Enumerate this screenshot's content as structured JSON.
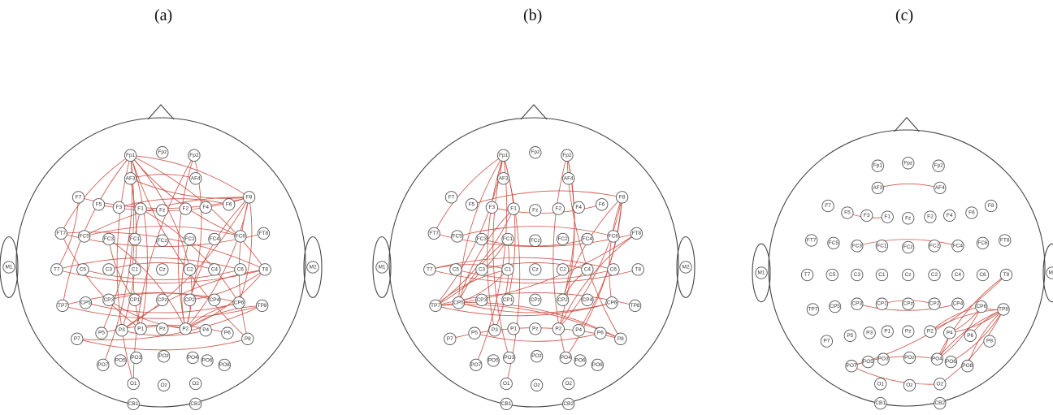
{
  "panels": [
    {
      "label": "(a)",
      "connections": [
        [
          "Fp1",
          "F8"
        ],
        [
          "Fp1",
          "FC6"
        ],
        [
          "Fp1",
          "T8"
        ],
        [
          "Fp1",
          "TP7"
        ],
        [
          "Fp1",
          "P1"
        ],
        [
          "Fp1",
          "P8"
        ],
        [
          "Fp1",
          "PO7"
        ],
        [
          "Fp1",
          "O1"
        ],
        [
          "Fp1",
          "C2"
        ],
        [
          "Fp1",
          "FT7"
        ],
        [
          "Fp1",
          "P5"
        ],
        [
          "Fp2",
          "P2"
        ],
        [
          "Fp2",
          "CP2"
        ],
        [
          "Fp2",
          "O1"
        ],
        [
          "AF3",
          "AF4"
        ],
        [
          "AF3",
          "F8"
        ],
        [
          "AF3",
          "P3"
        ],
        [
          "F7",
          "F8"
        ],
        [
          "F7",
          "T7"
        ],
        [
          "F5",
          "F8"
        ],
        [
          "F3",
          "F6"
        ],
        [
          "F1",
          "P1"
        ],
        [
          "F1",
          "CP6"
        ],
        [
          "F8",
          "FC5"
        ],
        [
          "F8",
          "P2"
        ],
        [
          "F8",
          "CP2"
        ],
        [
          "F8",
          "CP6"
        ],
        [
          "F8",
          "P8"
        ],
        [
          "F8",
          "P3"
        ],
        [
          "FT7",
          "FT8"
        ],
        [
          "FT7",
          "T8"
        ],
        [
          "FT7",
          "P1"
        ],
        [
          "FC5",
          "FC6"
        ],
        [
          "FC3",
          "CP1"
        ],
        [
          "FC3",
          "P2"
        ],
        [
          "T7",
          "T8"
        ],
        [
          "T7",
          "C6"
        ],
        [
          "C5",
          "C6"
        ],
        [
          "C3",
          "C4"
        ],
        [
          "TP7",
          "TP8"
        ],
        [
          "TP7",
          "CP6"
        ],
        [
          "CP5",
          "CP6"
        ],
        [
          "CP3",
          "CP4"
        ],
        [
          "CP3",
          "P2"
        ],
        [
          "T8",
          "P2"
        ],
        [
          "T8",
          "P3"
        ],
        [
          "T8",
          "CP2"
        ],
        [
          "TP8",
          "P2"
        ],
        [
          "TP8",
          "P7"
        ],
        [
          "CP6",
          "P2"
        ],
        [
          "P1",
          "P2"
        ],
        [
          "P3",
          "P4"
        ],
        [
          "P5",
          "P6"
        ],
        [
          "P7",
          "P8"
        ],
        [
          "C2",
          "P2"
        ],
        [
          "FC2",
          "P2"
        ],
        [
          "CP2",
          "P2"
        ]
      ]
    },
    {
      "label": "(b)",
      "connections": [
        [
          "Fp1",
          "TP7"
        ],
        [
          "Fp1",
          "FT7"
        ],
        [
          "Fp1",
          "PO7"
        ],
        [
          "Fp1",
          "CP5"
        ],
        [
          "Fp1",
          "O1"
        ],
        [
          "Fp1",
          "PO3"
        ],
        [
          "Fp1",
          "CP1"
        ],
        [
          "Fp1",
          "P3"
        ],
        [
          "Fp2",
          "P2"
        ],
        [
          "Fp2",
          "PO4"
        ],
        [
          "Fp2",
          "CP2"
        ],
        [
          "Fp2",
          "P8"
        ],
        [
          "F5",
          "F8"
        ],
        [
          "F3",
          "F6"
        ],
        [
          "F8",
          "P2"
        ],
        [
          "F8",
          "CP2"
        ],
        [
          "F8",
          "PO4"
        ],
        [
          "F8",
          "CP6"
        ],
        [
          "F8",
          "P4"
        ],
        [
          "FT7",
          "FT8"
        ],
        [
          "FC5",
          "FC6"
        ],
        [
          "FC3",
          "FC4"
        ],
        [
          "FC1",
          "TP7"
        ],
        [
          "FC1",
          "CP5"
        ],
        [
          "FC1",
          "P3"
        ],
        [
          "T7",
          "T8"
        ],
        [
          "T7",
          "C6"
        ],
        [
          "C5",
          "C6"
        ],
        [
          "C3",
          "C4"
        ],
        [
          "C1",
          "TP7"
        ],
        [
          "C1",
          "CP5"
        ],
        [
          "C1",
          "T7"
        ],
        [
          "TP7",
          "TP8"
        ],
        [
          "TP7",
          "CP6"
        ],
        [
          "TP7",
          "P8"
        ],
        [
          "CP5",
          "CP6"
        ],
        [
          "CP5",
          "P8"
        ],
        [
          "P5",
          "P6"
        ],
        [
          "P7",
          "P8"
        ],
        [
          "FT8",
          "P2"
        ],
        [
          "FT8",
          "TP7"
        ],
        [
          "C4",
          "CP2"
        ],
        [
          "F1",
          "TP7"
        ],
        [
          "F1",
          "CP5"
        ]
      ]
    },
    {
      "label": "(c)",
      "connections": [
        [
          "AF3",
          "AF4"
        ],
        [
          "F5",
          "F1"
        ],
        [
          "FC3",
          "FC4"
        ],
        [
          "CP3",
          "CP4"
        ],
        [
          "CP1",
          "CP2"
        ],
        [
          "T8",
          "PO4"
        ],
        [
          "T8",
          "PO7"
        ],
        [
          "TP8",
          "P2"
        ],
        [
          "TP8",
          "P4"
        ],
        [
          "TP8",
          "PO4"
        ],
        [
          "TP8",
          "PO6"
        ],
        [
          "TP8",
          "PO8"
        ],
        [
          "TP8",
          "O2"
        ],
        [
          "TP8",
          "P6"
        ],
        [
          "CP6",
          "PO4"
        ],
        [
          "CP6",
          "P2"
        ],
        [
          "CP6",
          "P4"
        ],
        [
          "CP6",
          "TP8"
        ],
        [
          "PO7",
          "PO4"
        ],
        [
          "PO7",
          "O2"
        ],
        [
          "P4",
          "PO4"
        ]
      ]
    }
  ]
}
